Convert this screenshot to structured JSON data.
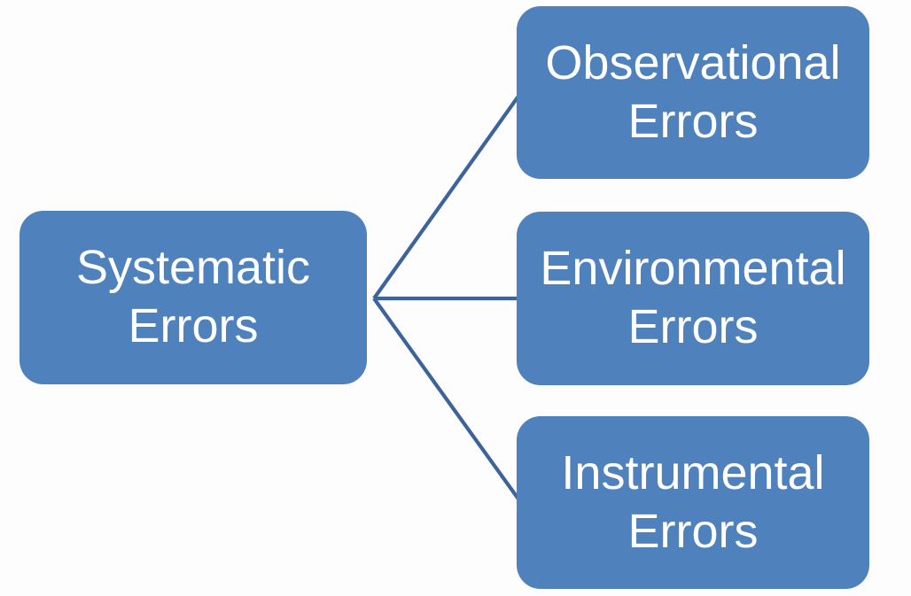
{
  "canvas": {
    "background_color": "#fdfdfd"
  },
  "diagram": {
    "type": "hierarchy",
    "orientation": "root-left-children-right",
    "colors": {
      "node_fill": "#4f81bd",
      "node_text": "#ffffff",
      "connector": "#3c649b"
    },
    "root": {
      "label": "Systematic Errors"
    },
    "children": [
      {
        "label": "Observational Errors"
      },
      {
        "label": "Environmental Errors"
      },
      {
        "label": "Instrumental Errors"
      }
    ]
  }
}
